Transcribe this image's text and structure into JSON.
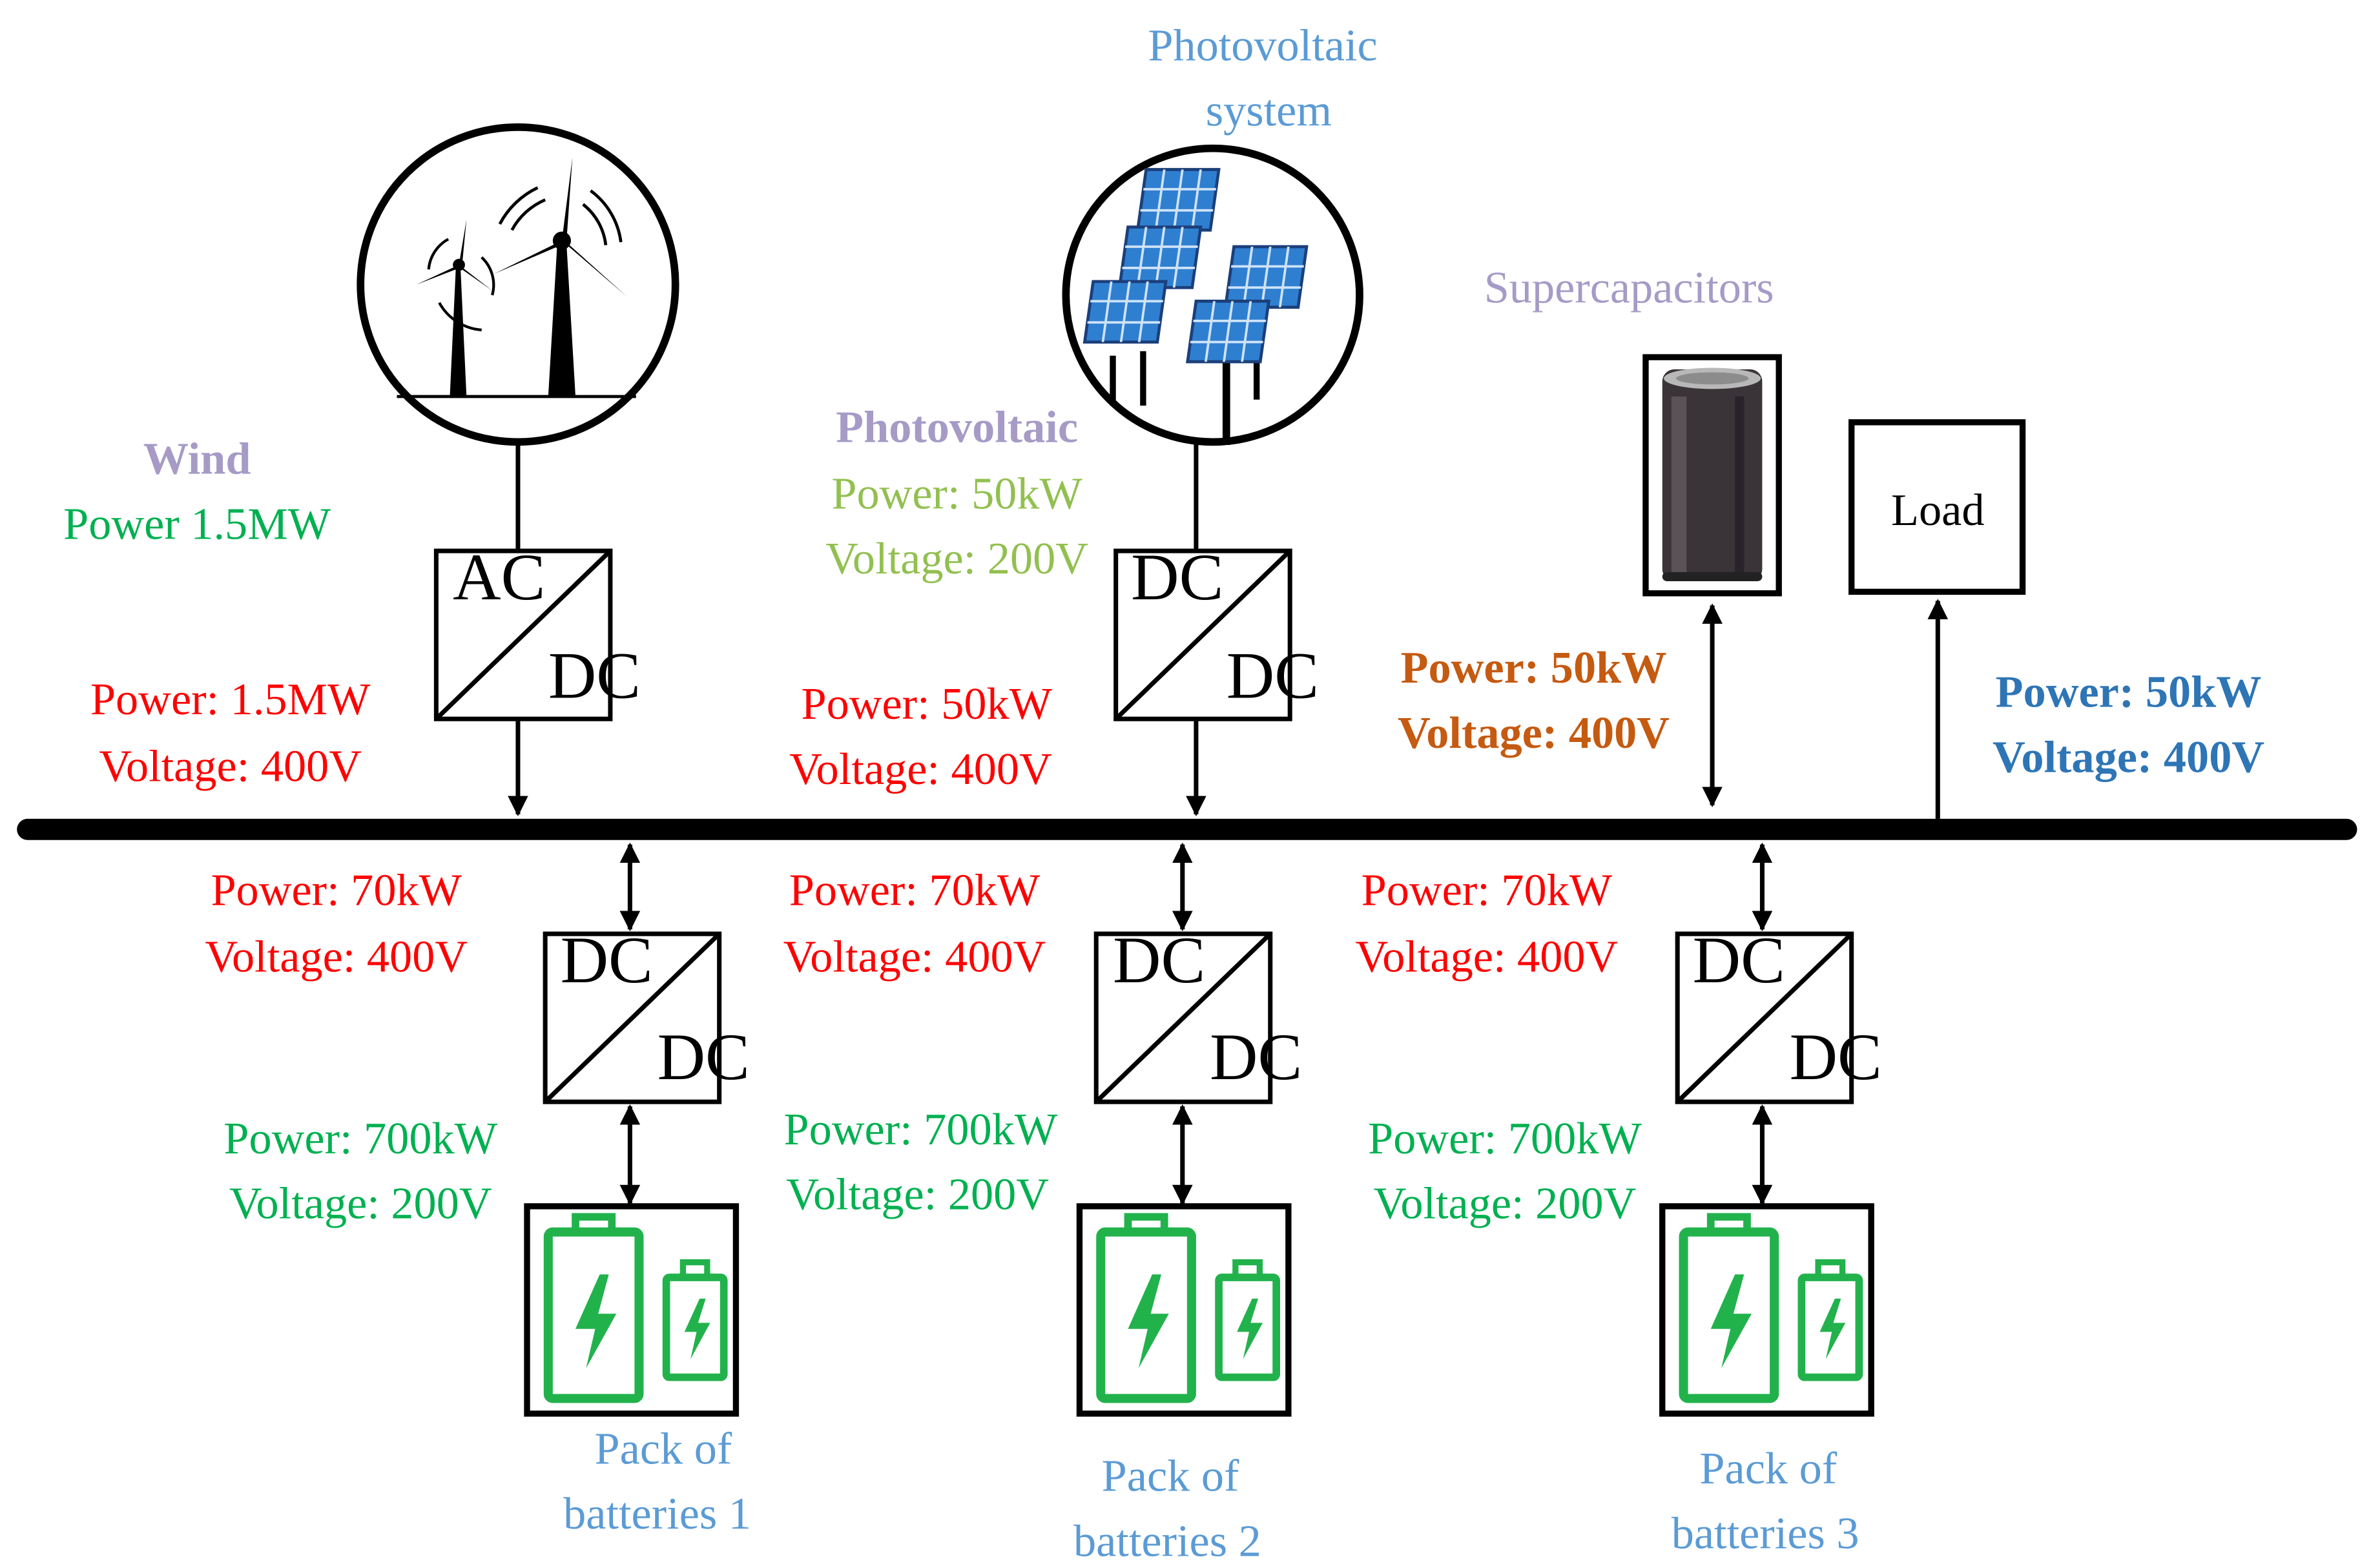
{
  "colors": {
    "red": "#ff0000",
    "green": "#00b050",
    "olive_green": "#92c050",
    "sky_blue": "#5b9bd5",
    "lavender": "#a69bc6",
    "orange_brown": "#c55a11",
    "steel_blue": "#2e75b6",
    "battery_green": "#22b24c",
    "pv_blue": "#2f7fd1",
    "black": "#000000"
  },
  "wind": {
    "icon": "wind-turbines-icon",
    "title": "Wind",
    "power": "Power 1.5MW",
    "converter": {
      "top": "AC",
      "bottom": "DC"
    },
    "bus_power": "Power: 1.5MW",
    "bus_voltage": "Voltage: 400V"
  },
  "pv": {
    "icon": "solar-panels-icon",
    "system_title_line1": "Photovoltaic",
    "system_title_line2": "system",
    "title": "Photovoltaic",
    "power": "Power: 50kW",
    "voltage": "Voltage: 200V",
    "converter": {
      "top": "DC",
      "bottom": "DC"
    },
    "bus_power": "Power: 50kW",
    "bus_voltage": "Voltage: 400V"
  },
  "supercap": {
    "icon": "supercapacitor-icon",
    "title": "Supercapacitors",
    "power": "Power: 50kW",
    "voltage": "Voltage: 400V"
  },
  "load": {
    "label": "Load",
    "power": "Power: 50kW",
    "voltage": "Voltage: 400V"
  },
  "batteries": [
    {
      "bus_power": "Power: 70kW",
      "bus_voltage": "Voltage: 400V",
      "converter": {
        "top": "DC",
        "bottom": "DC"
      },
      "pack_power": "Power: 700kW",
      "pack_voltage": "Voltage: 200V",
      "name_line1": "Pack of",
      "name_line2": "batteries 1"
    },
    {
      "bus_power": "Power: 70kW",
      "bus_voltage": "Voltage: 400V",
      "converter": {
        "top": "DC",
        "bottom": "DC"
      },
      "pack_power": "Power: 700kW",
      "pack_voltage": "Voltage: 200V",
      "name_line1": "Pack of",
      "name_line2": "batteries 2"
    },
    {
      "bus_power": "Power: 70kW",
      "bus_voltage": "Voltage: 400V",
      "converter": {
        "top": "DC",
        "bottom": "DC"
      },
      "pack_power": "Power: 700kW",
      "pack_voltage": "Voltage: 200V",
      "name_line1": "Pack of",
      "name_line2": "batteries 3"
    }
  ]
}
